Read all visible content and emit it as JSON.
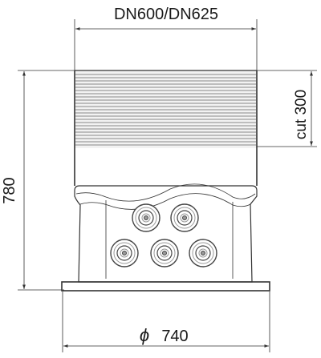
{
  "dimensions": {
    "top_width": "DN600/DN625",
    "height_total": "780",
    "cut_height": "cut 300",
    "base_diameter_symbol": "ϕ",
    "base_diameter_value": "740"
  },
  "colors": {
    "line": "#333333",
    "ribbing": "#888888",
    "ribbing_fill": "#f2f2f2",
    "body_fill": "#fafafa",
    "ring_dark": "#444444",
    "ring_mid": "#999999"
  }
}
